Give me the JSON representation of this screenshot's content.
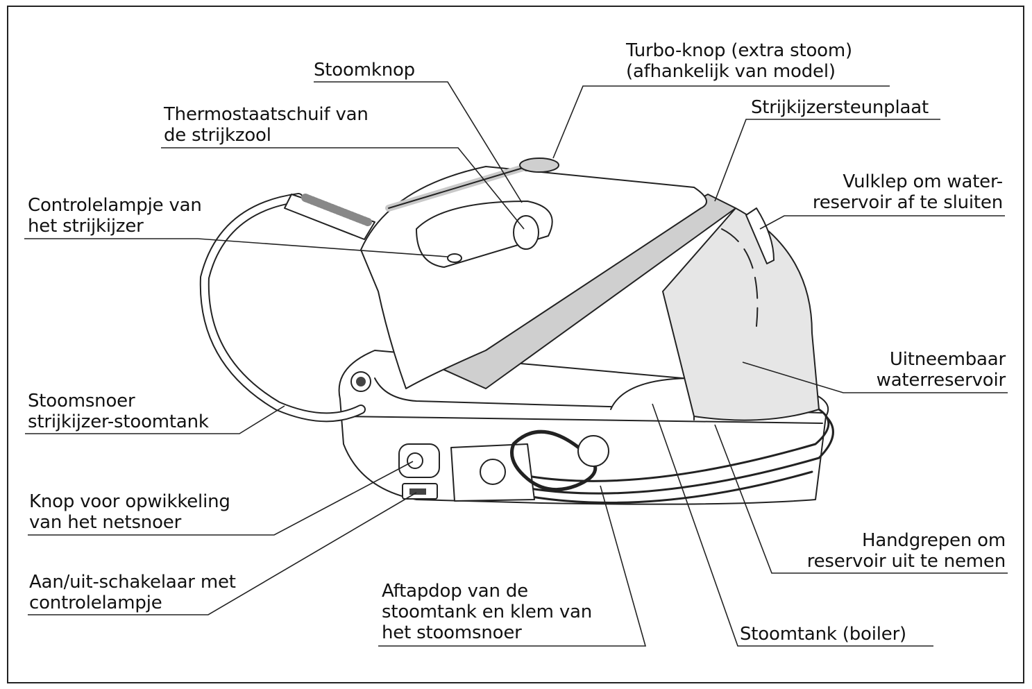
{
  "labels": {
    "stoomknop": [
      "Stoomknop"
    ],
    "turbo": [
      "Turbo-knop (extra stoom)",
      "(afhankelijk van model)"
    ],
    "thermostaat": [
      "Thermostaatschuif van",
      "de strijkzool"
    ],
    "steunplaat": [
      "Strijkijzersteunplaat"
    ],
    "controlelampje": [
      "Controlelampje van",
      "het strijkijzer"
    ],
    "vulklep": [
      "Vulklep om water-",
      "reservoir af te sluiten"
    ],
    "reservoir": [
      "Uitneembaar",
      "waterreservoir"
    ],
    "stoomsnoer": [
      "Stoomsnoer",
      "strijkijzer-stoomtank"
    ],
    "opwikkeling": [
      "Knop voor opwikkeling",
      "van het netsnoer"
    ],
    "aanuit": [
      "Aan/uit-schakelaar met",
      "controlelampje"
    ],
    "handgrepen": [
      "Handgrepen om",
      "reservoir uit te nemen"
    ],
    "aftapdop": [
      "Aftapdop van de",
      "stoomtank en klem van",
      "het stoomsnoer"
    ],
    "stoomtank": [
      "Stoomtank (boiler)"
    ]
  }
}
